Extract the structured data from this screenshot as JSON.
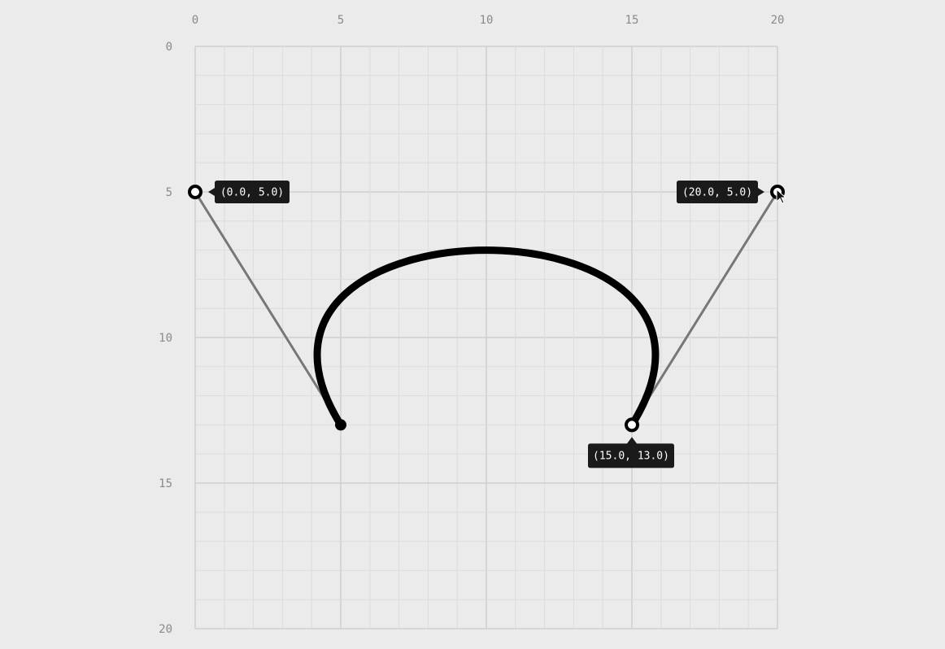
{
  "canvas": {
    "x_ticks": [
      "0",
      "5",
      "10",
      "15",
      "20"
    ],
    "y_ticks": [
      "0",
      "5",
      "10",
      "15",
      "20"
    ],
    "range": [
      0,
      20
    ],
    "minor_step": 1,
    "major_step": 5
  },
  "curve": {
    "start": [
      5,
      13
    ],
    "control1": [
      0,
      5
    ],
    "control2": [
      20,
      5
    ],
    "end": [
      15,
      13
    ]
  },
  "handles": {
    "control1_label": "(0.0, 5.0)",
    "control2_label": "(20.0, 5.0)",
    "end_label": "(15.0, 13.0)"
  },
  "colors": {
    "background": "#ebebeb",
    "grid_minor": "#dcdcdc",
    "grid_major": "#d0d0d0",
    "curve": "#000000",
    "handle_line": "#777777",
    "tooltip_bg": "#1a1a1a",
    "tooltip_text": "#ffffff"
  }
}
